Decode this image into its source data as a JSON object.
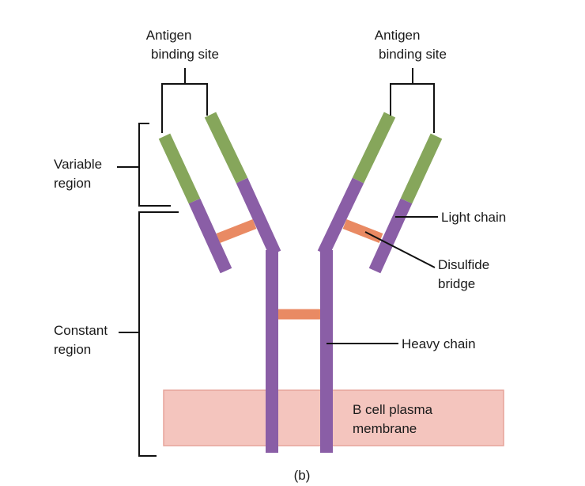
{
  "labels": {
    "antigen_left": [
      "Antigen",
      "binding site"
    ],
    "antigen_right": [
      "Antigen",
      "binding site"
    ],
    "variable_region": [
      "Variable",
      "region"
    ],
    "constant_region": [
      "Constant",
      "region"
    ],
    "light_chain": "Light chain",
    "disulfide_bridge": [
      "Disulfide",
      "bridge"
    ],
    "heavy_chain": "Heavy chain",
    "membrane": [
      "B cell plasma",
      "membrane"
    ],
    "panel": "(b)"
  },
  "colors": {
    "variable": "#86a65b",
    "constant": "#8a5ea6",
    "bridge": "#e98a63",
    "membrane_fill": "#f4c5be",
    "membrane_stroke": "#e6a49a",
    "line": "#111111"
  }
}
